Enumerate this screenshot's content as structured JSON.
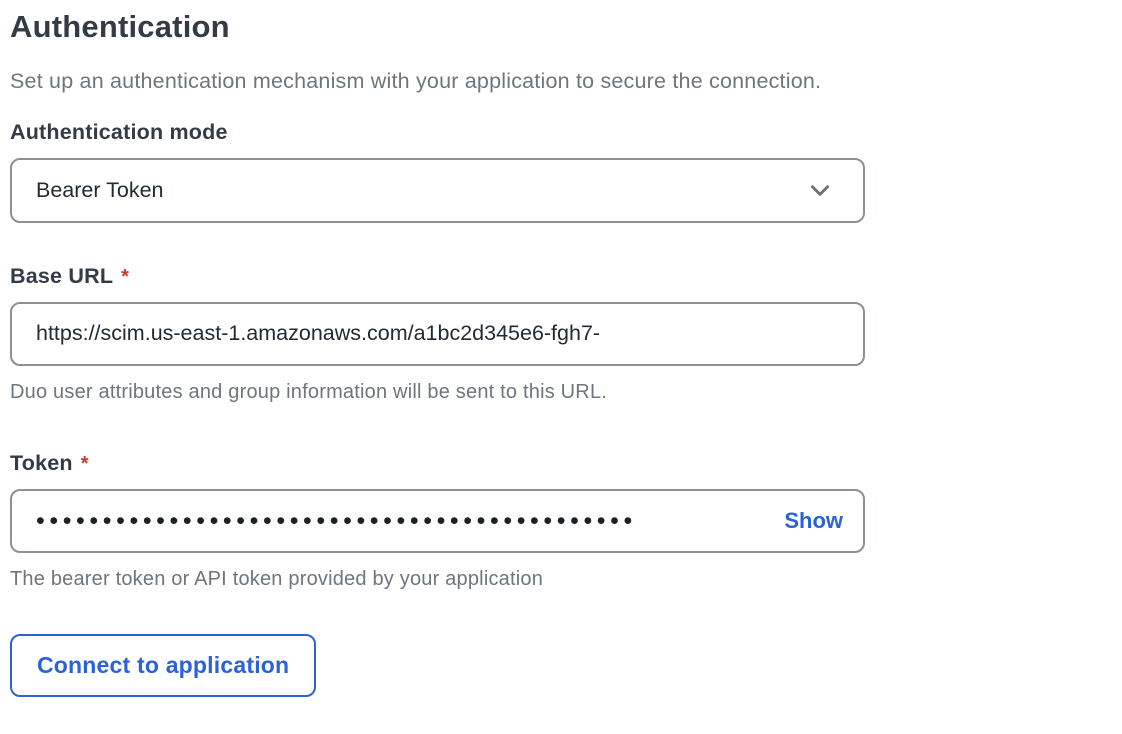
{
  "header": {
    "title": "Authentication",
    "description": "Set up an authentication mechanism with your application to secure the connection."
  },
  "form": {
    "auth_mode": {
      "label": "Authentication mode",
      "selected_option": "Bearer Token"
    },
    "base_url": {
      "label": "Base URL",
      "required_marker": "*",
      "value": "https://scim.us-east-1.amazonaws.com/a1bc2d345e6-fgh7-",
      "help": "Duo user attributes and group information will be sent to this URL."
    },
    "token": {
      "label": "Token",
      "required_marker": "*",
      "masked_value": "•••••••••••••••••••••••••••••••••••••••••••••",
      "show_label": "Show",
      "help": "The bearer token or API token provided by your application"
    },
    "submit": {
      "label": "Connect to application"
    }
  },
  "icons": {
    "dropdown": "chevron-down"
  },
  "colors": {
    "accent_blue": "#2b62d6",
    "required_red": "#c43a31",
    "border_gray": "#8b9197",
    "text_dark": "#333b47",
    "text_gray": "#6e757d"
  }
}
